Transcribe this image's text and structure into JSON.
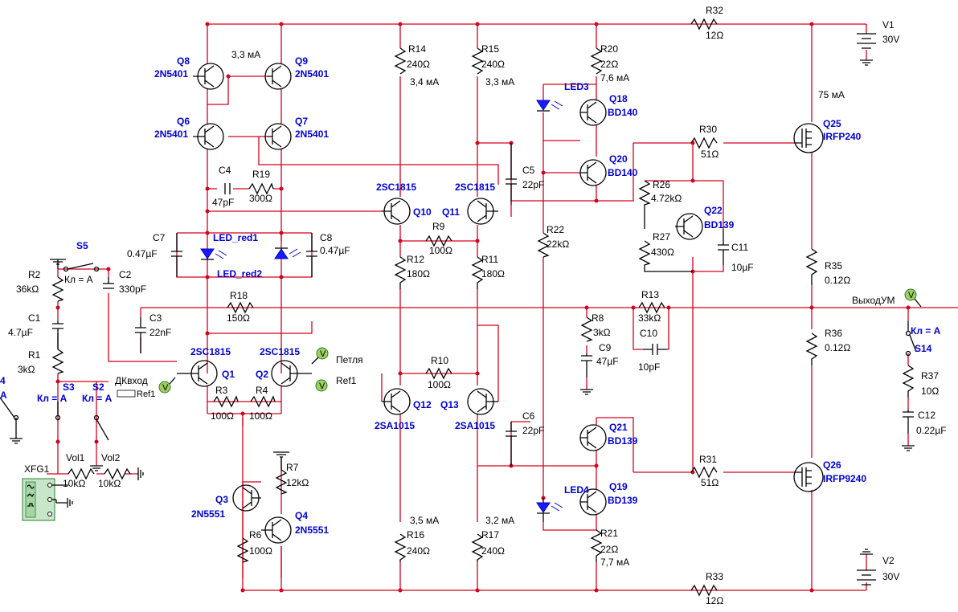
{
  "schematic": {
    "labels": {
      "q8": "Q8",
      "q8_model": "2N5401",
      "q9": "Q9",
      "q9_model": "2N5401",
      "q6": "Q6",
      "q6_model": "2N5401",
      "q7": "Q7",
      "q7_model": "2N5401",
      "q_current": "3,3 мА",
      "c4": "C4",
      "c4_val": "47pF",
      "r19": "R19",
      "r19_val": "300Ω",
      "led_red1": "LED_red1",
      "led_red2": "LED_red2",
      "c7": "C7",
      "c7_val": "0.47µF",
      "c8": "C8",
      "c8_val": "0.47µF",
      "s5": "S5",
      "s5_key": "Кл = A",
      "r2": "R2",
      "r2_val": "36kΩ",
      "c2": "C2",
      "c2_val": "330pF",
      "c1": "C1",
      "c1_val": "4.7µF",
      "r1": "R1",
      "r1_val": "3kΩ",
      "r18": "R18",
      "r18_val": "150Ω",
      "c3": "C3",
      "c3_val": "22nF",
      "q1_model": "2SC1815",
      "q1": "Q1",
      "q2_model": "2SC1815",
      "q2": "Q2",
      "petlya": "Петля",
      "ref1": "Ref1",
      "dk_input": "ДКвход",
      "dk_ref": "Ref1",
      "r3": "R3",
      "r3_val": "100Ω",
      "r4": "R4",
      "r4_val": "100Ω",
      "s3": "S3",
      "s3_key": "Кл = A",
      "s2": "S2",
      "s2_key": "Кл = A",
      "s4_part": "4",
      "s4_key_part": "A",
      "xfg1": "XFG1",
      "vol1": "Vol1",
      "vol1_val": "10kΩ",
      "vol2": "Vol2",
      "vol2_val": "10kΩ",
      "r7": "R7",
      "r7_val": "12kΩ",
      "q3": "Q3",
      "q3_model": "2N5551",
      "q4": "Q4",
      "q4_model": "2N5551",
      "r6": "R6",
      "r6_val": "100Ω",
      "r14": "R14",
      "r14_val": "240Ω",
      "r14_cur": "3,4 мА",
      "r15": "R15",
      "r15_val": "240Ω",
      "r15_cur": "3,3 мА",
      "q10_model": "2SC1815",
      "q10": "Q10",
      "q11": "Q11",
      "q11_model": "2SC1815",
      "r9": "R9",
      "r9_val": "100Ω",
      "r12": "R12",
      "r12_val": "180Ω",
      "r11": "R11",
      "r11_val": "180Ω",
      "r10": "R10",
      "r10_val": "100Ω",
      "q12": "Q12",
      "q12_model": "2SA1015",
      "q13": "Q13",
      "q13_model": "2SA1015",
      "r16": "R16",
      "r16_val": "240Ω",
      "r16_cur": "3,5 мА",
      "r17": "R17",
      "r17_val": "240Ω",
      "r17_cur": "3,2 мА",
      "r20": "R20",
      "r20_val": "22Ω",
      "r20_cur": "7,6 мА",
      "led3": "LED3",
      "q18": "Q18",
      "q18_model": "BD140",
      "q20": "Q20",
      "q20_model": "BD140",
      "c5": "C5",
      "c5_val": "22pF",
      "r22": "R22",
      "r22_val": "22kΩ",
      "c6": "C6",
      "c6_val": "22pF",
      "q21": "Q21",
      "q21_model": "BD139",
      "led4": "LED4",
      "q19": "Q19",
      "q19_model": "BD139",
      "r21": "R21",
      "r21_val": "22Ω",
      "r21_cur": "7,7 мА",
      "r32": "R32",
      "r32_val": "12Ω",
      "v1": "V1",
      "v1_val": "30V",
      "q25_cur": "75 мА",
      "r30": "R30",
      "r30_val": "51Ω",
      "q25": "Q25",
      "q25_model": "IRFP240",
      "r26": "R26",
      "r26_val": "4.72kΩ",
      "q22": "Q22",
      "q22_model": "BD139",
      "r27": "R27",
      "r27_val": "430Ω",
      "c11": "C11",
      "c11_val": "10µF",
      "r35": "R35",
      "r35_val": "0.12Ω",
      "r13": "R13",
      "r13_val": "33kΩ",
      "c10": "C10",
      "c10_val": "10pF",
      "r8": "R8",
      "r8_val": "3kΩ",
      "c9": "C9",
      "c9_val": "47µF",
      "output": "ВыходУМ",
      "s14_key": "Кл = A",
      "s14": "S14",
      "r36": "R36",
      "r36_val": "0.12Ω",
      "r37": "R37",
      "r37_val": "10Ω",
      "c12": "C12",
      "c12_val": "0.22µF",
      "r31": "R31",
      "r31_val": "51Ω",
      "q26": "Q26",
      "q26_model": "IRFP9240",
      "v2": "V2",
      "v2_val": "30V",
      "r33": "R33",
      "r33_val": "12Ω",
      "probe_v": "V"
    }
  }
}
